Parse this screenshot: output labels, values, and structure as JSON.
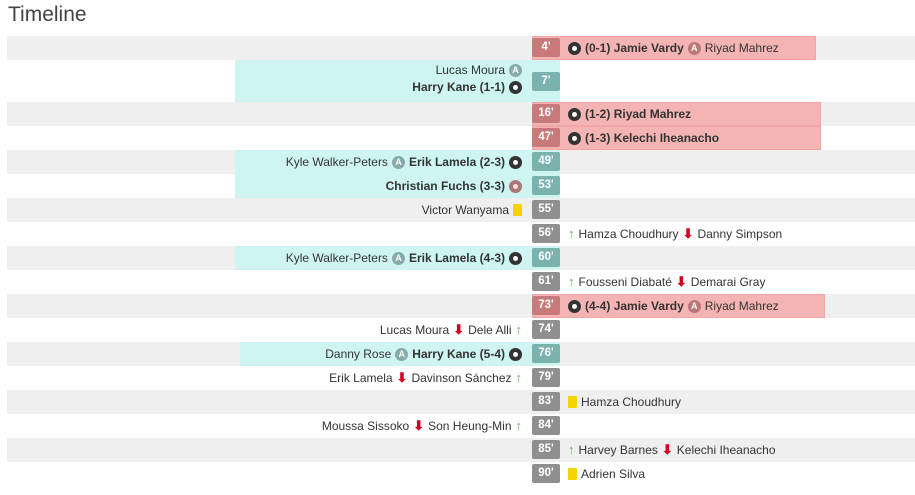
{
  "title": "Timeline",
  "events": [
    {
      "minute": "4'",
      "side": "away",
      "style": "red",
      "kind": "goal",
      "score": "(0-1)",
      "scorer": "Jamie Vardy",
      "assist": "Riyad Mahrez"
    },
    {
      "minute": "7'",
      "side": "home",
      "style": "teal",
      "kind": "goal2",
      "assist": "Lucas Moura",
      "scorer": "Harry Kane",
      "score": "(1-1)"
    },
    {
      "minute": "16'",
      "side": "away",
      "style": "red",
      "kind": "goal",
      "score": "(1-2)",
      "scorer": "Riyad Mahrez"
    },
    {
      "minute": "47'",
      "side": "away",
      "style": "red",
      "kind": "goal",
      "score": "(1-3)",
      "scorer": "Kelechi Iheanacho"
    },
    {
      "minute": "49'",
      "side": "home",
      "style": "teal",
      "kind": "goal",
      "assist": "Kyle Walker-Peters",
      "scorer": "Erik Lamela",
      "score": "(2-3)"
    },
    {
      "minute": "53'",
      "side": "home",
      "style": "teal",
      "kind": "owngoal",
      "scorer": "Christian Fuchs",
      "score": "(3-3)"
    },
    {
      "minute": "55'",
      "side": "home",
      "style": "gray",
      "kind": "card",
      "player": "Victor Wanyama"
    },
    {
      "minute": "56'",
      "side": "away",
      "style": "gray",
      "kind": "sub",
      "in": "Hamza Choudhury",
      "out": "Danny Simpson"
    },
    {
      "minute": "60'",
      "side": "home",
      "style": "teal",
      "kind": "goal",
      "assist": "Kyle Walker-Peters",
      "scorer": "Erik Lamela",
      "score": "(4-3)"
    },
    {
      "minute": "61'",
      "side": "away",
      "style": "gray",
      "kind": "sub",
      "in": "Fousseni Diabaté",
      "out": "Demarai Gray"
    },
    {
      "minute": "73'",
      "side": "away",
      "style": "red",
      "kind": "goal",
      "score": "(4-4)",
      "scorer": "Jamie Vardy",
      "assist": "Riyad Mahrez"
    },
    {
      "minute": "74'",
      "side": "home",
      "style": "gray",
      "kind": "sub",
      "out": "Lucas Moura",
      "in": "Dele Alli"
    },
    {
      "minute": "76'",
      "side": "home",
      "style": "teal",
      "kind": "goal",
      "assist": "Danny Rose",
      "scorer": "Harry Kane",
      "score": "(5-4)"
    },
    {
      "minute": "79'",
      "side": "home",
      "style": "gray",
      "kind": "sub",
      "out": "Erik Lamela",
      "in": "Davinson Sánchez"
    },
    {
      "minute": "83'",
      "side": "away",
      "style": "gray",
      "kind": "card",
      "player": "Hamza Choudhury"
    },
    {
      "minute": "84'",
      "side": "home",
      "style": "gray",
      "kind": "sub",
      "out": "Moussa Sissoko",
      "in": "Son Heung-Min"
    },
    {
      "minute": "85'",
      "side": "away",
      "style": "gray",
      "kind": "sub",
      "in": "Harvey Barnes",
      "out": "Kelechi Iheanacho"
    },
    {
      "minute": "90'",
      "side": "away",
      "style": "gray",
      "kind": "card",
      "player": "Adrien Silva"
    }
  ]
}
